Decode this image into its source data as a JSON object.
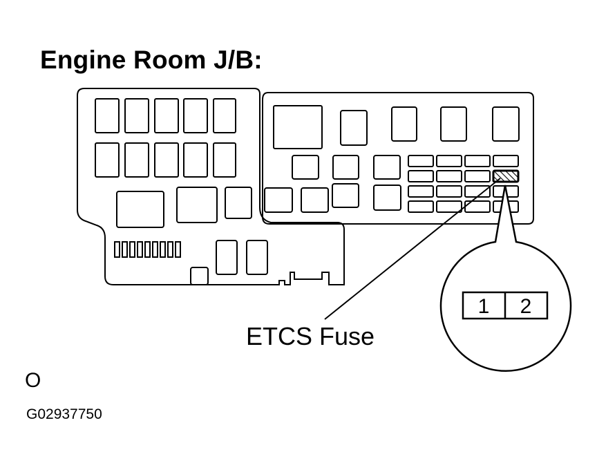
{
  "title": "Engine Room J/B:",
  "callout_label": "ETCS Fuse",
  "pin_labels": [
    "1",
    "2"
  ],
  "corner_mark": "O",
  "figure_code": "G02937750"
}
